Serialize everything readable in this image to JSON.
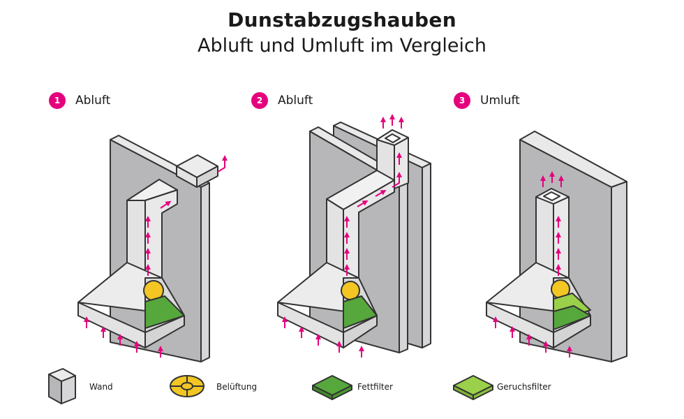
{
  "title": "Dunstabzugshauben",
  "subtitle": "Abluft und Umluft im Vergleich",
  "sections": [
    {
      "number": "1",
      "label": "Abluft"
    },
    {
      "number": "2",
      "label": "Abluft"
    },
    {
      "number": "3",
      "label": "Umluft"
    }
  ],
  "legend": [
    {
      "label": "Wand"
    },
    {
      "label": "Belüftung"
    },
    {
      "label": "Fettfilter"
    },
    {
      "label": "Geruchsfilter"
    }
  ],
  "colors": {
    "accent": "#e5007d",
    "wall_front": "#b7b7b9",
    "wall_side": "#e9e9ea",
    "hood": "#e3e3e3",
    "hood_side": "#ececec",
    "fan": "#f3c623",
    "grease_filter": "#57a83c",
    "odor_filter": "#9bd04a",
    "stroke": "#333333"
  }
}
